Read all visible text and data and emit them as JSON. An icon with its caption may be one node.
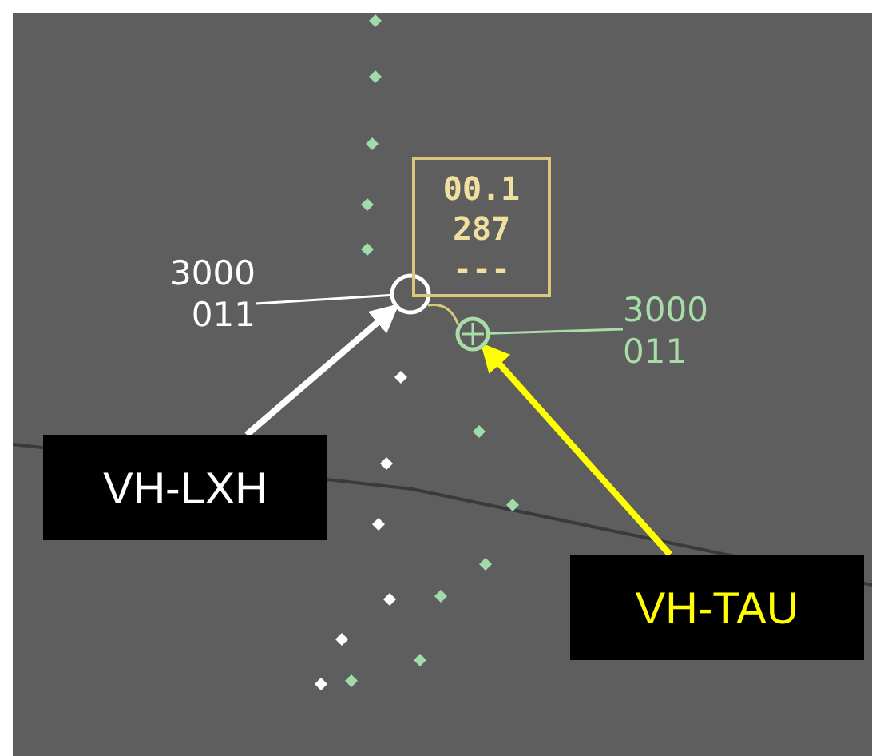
{
  "diagram": {
    "nodes": [
      {
        "text": [
          "VH-LXH"
        ]
      },
      {
        "text": [
          "VH-TAU"
        ]
      },
      {
        "text": [],
        "shape": "circle"
      },
      {
        "text": [],
        "shape": "circle"
      },
      {
        "text": [
          "3000",
          "011"
        ]
      },
      {
        "text": [
          "3000",
          "011"
        ]
      },
      {
        "text": [
          "00.1",
          "287",
          "---"
        ]
      }
    ],
    "edges": [
      {
        "from": 0,
        "to": 2,
        "arrow": "to",
        "style": "thick"
      },
      {
        "from": 1,
        "to": 3,
        "arrow": "to",
        "style": "thick",
        "color": "#ffff00"
      },
      {
        "from": 4,
        "to": 2,
        "arrow": "none"
      },
      {
        "from": 5,
        "to": 3,
        "arrow": "none",
        "color": "#a8dca8"
      },
      {
        "from": 2,
        "to": 3,
        "arrow": "none",
        "color": "#d8c878"
      }
    ]
  }
}
